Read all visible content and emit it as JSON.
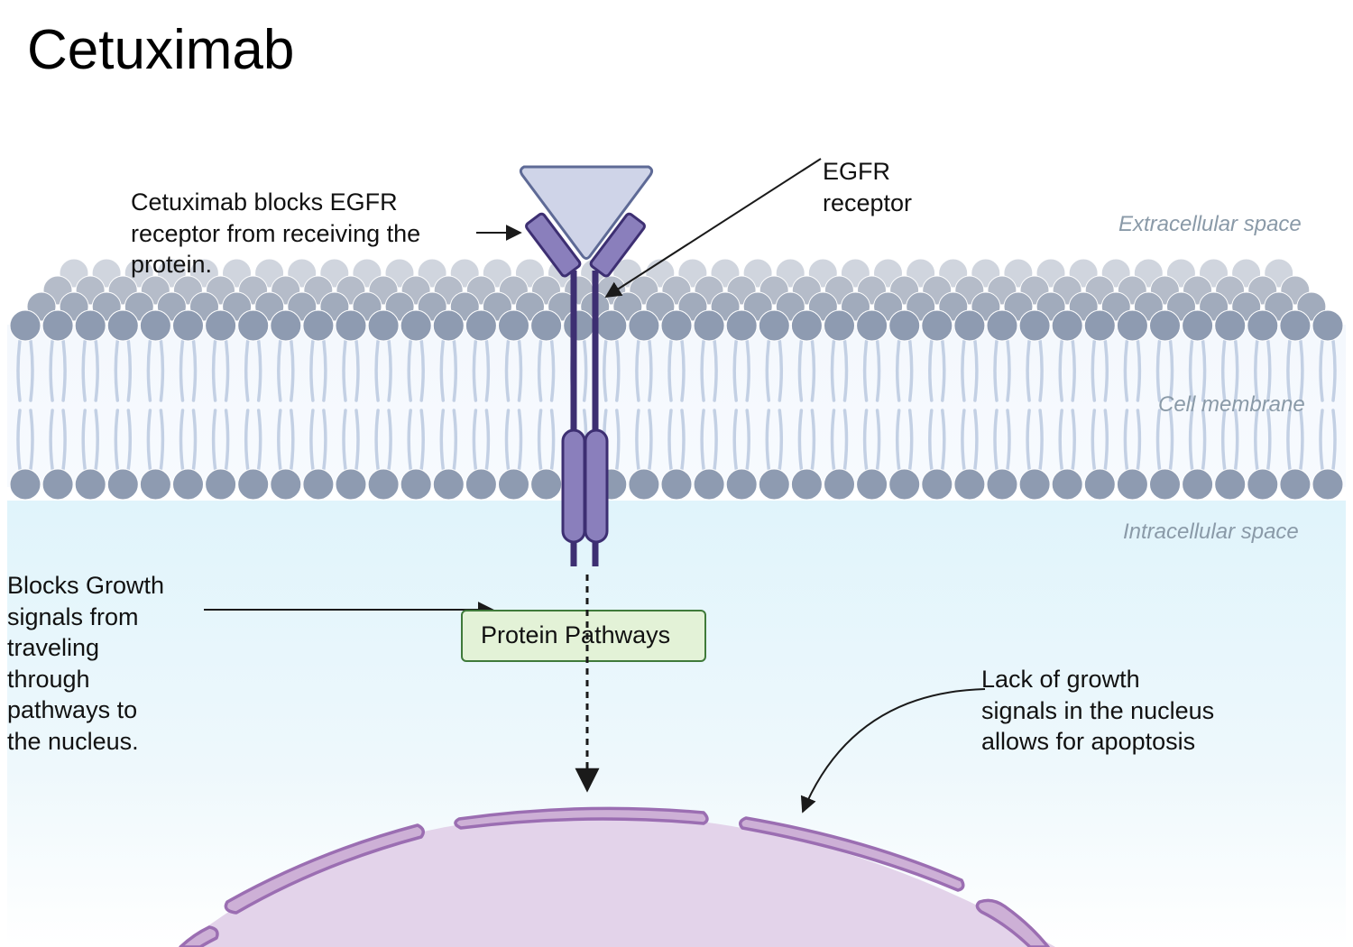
{
  "title": "Cetuximab",
  "regions": {
    "extracellular": "Extracellular space",
    "membrane": "Cell membrane",
    "intracellular": "Intracellular space"
  },
  "labels": {
    "egfr_receptor": "EGFR\nreceptor",
    "cetuximab_blocks": "Cetuximab blocks EGFR\nreceptor from receiving  the\nprotein.",
    "blocks_growth": "Blocks Growth\nsignals from\ntraveling\nthrough\npathways to\nthe nucleus.",
    "lack_of_growth": "Lack of growth\nsignals in the nucleus\nallows for apoptosis",
    "protein_pathways": "Protein Pathways"
  },
  "colors": {
    "lipid_head": "#8e9bb1",
    "lipid_head_light": "#c8ced9",
    "lipid_tail": "#c3d0e4",
    "cytoplasm": "#e2f3fb",
    "receptor_fill": "#8a7fbc",
    "receptor_stroke": "#3d2f72",
    "antibody_fill": "#cfd4e8",
    "antibody_stroke": "#5e6a96",
    "nucleus_fill": "#e3d3ea",
    "nucleus_envelope": "#cdb0d6",
    "nucleus_envelope_stroke": "#9b6eb2",
    "pathway_fill": "#e3f2d7",
    "pathway_stroke": "#3f7a3a",
    "region_text": "#8a9aa8"
  }
}
